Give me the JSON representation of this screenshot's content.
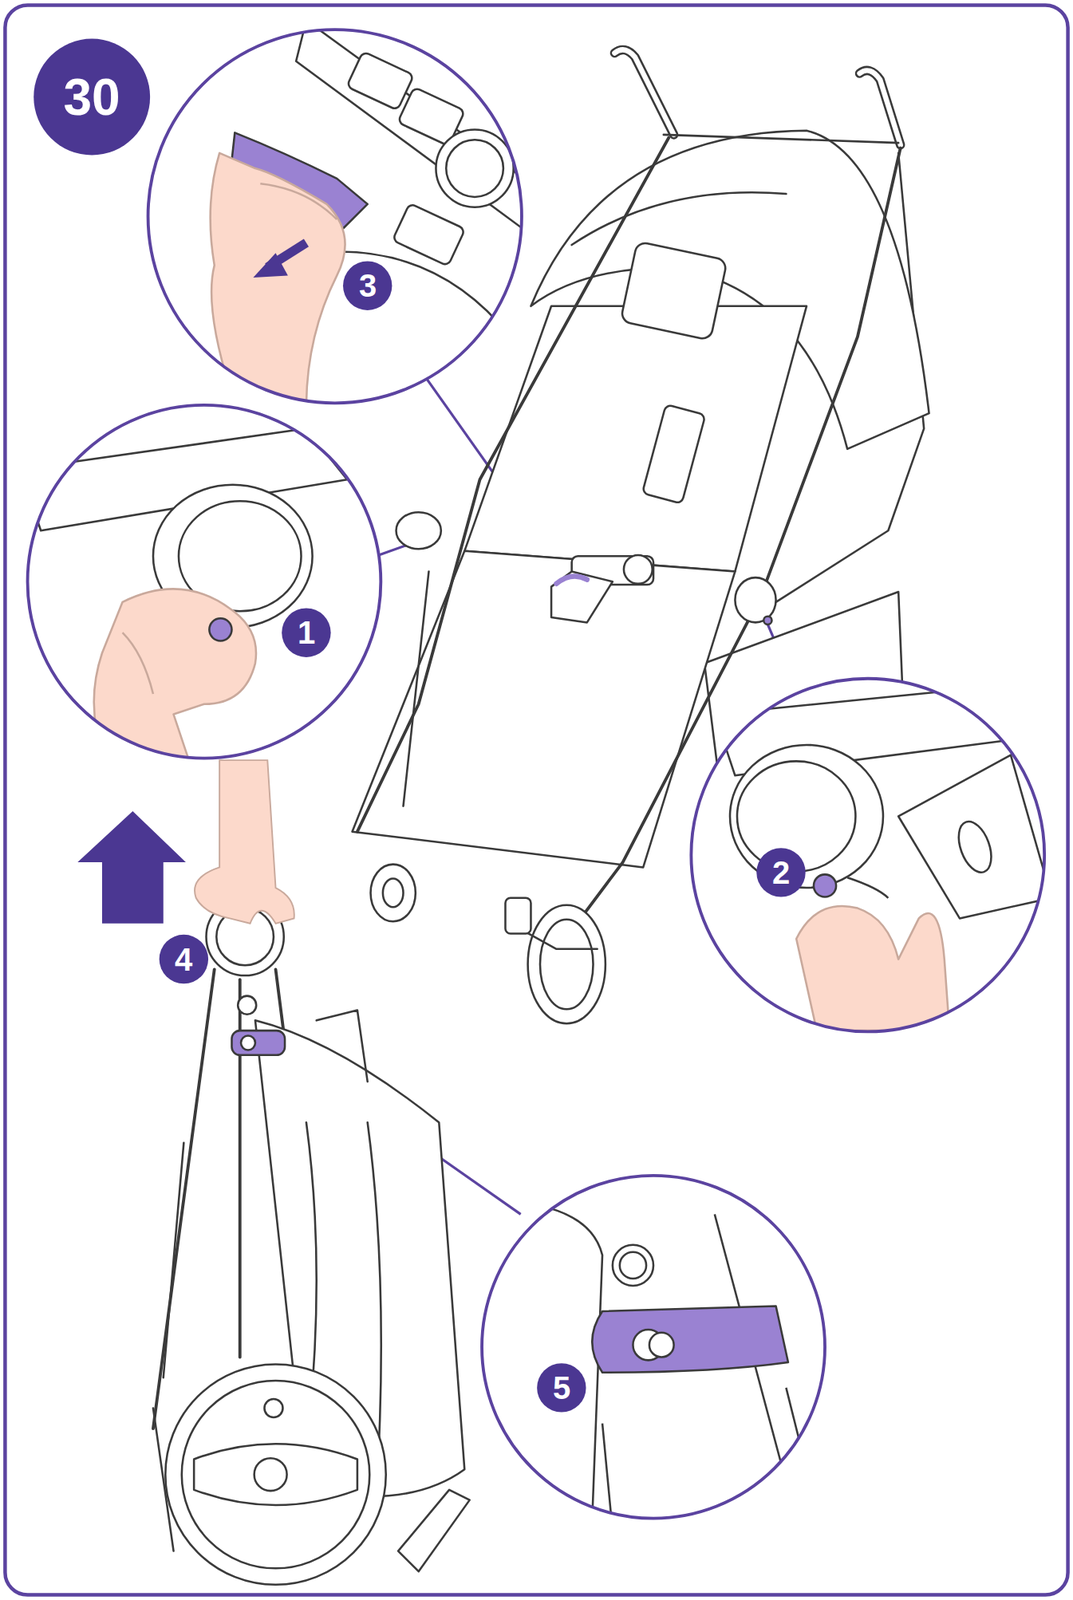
{
  "diagram": {
    "labels": [
      "30",
      "3",
      "1",
      "2",
      "4",
      "5"
    ]
  }
}
